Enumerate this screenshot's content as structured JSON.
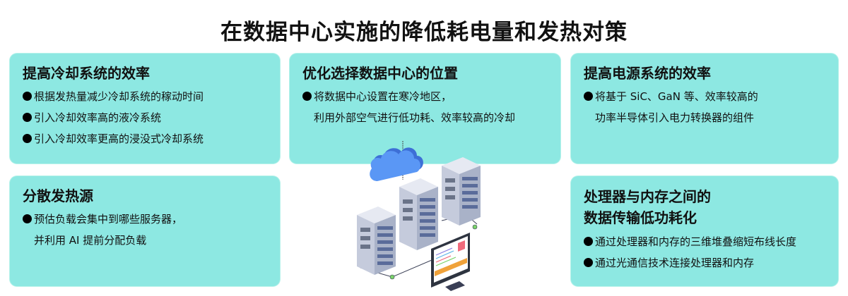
{
  "title": "在数据中心实施的降低耗电量和发热对策",
  "panels": {
    "cooling": {
      "title": "提高冷却系统的效率",
      "bullets": [
        "根据发热量减少冷却系统的稼动时间",
        "引入冷却效率高的液冷系统",
        "引入冷却效率更高的浸没式冷却系统"
      ]
    },
    "location": {
      "title": "优化选择数据中心的位置",
      "bullet_line1": "将数据中心设置在寒冷地区，",
      "bullet_line2": "利用外部空气进行低功耗、效率较高的冷却"
    },
    "power": {
      "title": "提高电源系统的效率",
      "bullet_line1": "将基于 SiC、GaN 等、效率较高的",
      "bullet_line2": "功率半导体引入电力转换器的组件"
    },
    "heat": {
      "title": "分散发热源",
      "bullet_line1": "预估负载会集中到哪些服务器，",
      "bullet_line2": "并利用 AI 提前分配负载"
    },
    "transfer": {
      "title_line1": "处理器与内存之间的",
      "title_line2": "数据传输低功耗化",
      "bullets": [
        "通过处理器和内存的三维堆叠缩短布线长度",
        "通过光通信技术连接处理器和内存"
      ]
    }
  },
  "colors": {
    "panel_bg": "#8de8e2",
    "cloud": "#4b8df0",
    "server": "#c9cfe0",
    "monitor_accent": "#f0a23a",
    "monitor_red": "#f06a7c"
  },
  "illustration": {
    "icons": [
      "cloud-icon",
      "server-rack-icon",
      "server-rack-icon",
      "server-rack-icon",
      "monitor-icon"
    ]
  }
}
